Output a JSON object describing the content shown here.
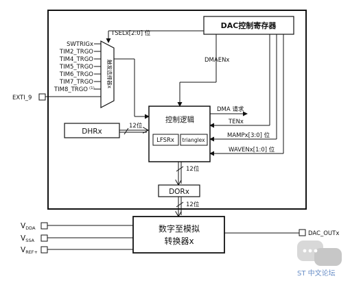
{
  "diagram": {
    "dac_register": "DAC控制寄存器",
    "tsel_label": "TSELx[2:0] 位",
    "dmaen_label": "DMAENx",
    "trigger_inputs": [
      "SWTRIGx",
      "TIM2_TRGO",
      "TIM4_TRGO",
      "TIM5_TRGO",
      "TIM6_TRGO",
      "TIM7_TRGO",
      "TIM8_TRGO"
    ],
    "trigger_footnote": "(1)",
    "mux_label": "触发选择器x",
    "exti_label": "EXTI_9",
    "control_logic": "控制逻辑",
    "lfsr": "LFSRx",
    "triangle": "trianglex",
    "dma_request": "DMA 请求",
    "ten": "TENx",
    "mamp": "MAMPx[3:0] 位",
    "waven": "WAVENx[1:0] 位",
    "dhr": "DHRx",
    "bits_12": "12位",
    "dor": "DORx",
    "dac_line1": "数字至模拟",
    "dac_line2": "转换器x",
    "vdda": "V",
    "vdda_sub": "DDA",
    "vssa": "V",
    "vssa_sub": "SSA",
    "vref": "V",
    "vref_sub": "REF+",
    "dac_out": "DAC_OUTx",
    "watermark": "ST 中文论坛"
  }
}
